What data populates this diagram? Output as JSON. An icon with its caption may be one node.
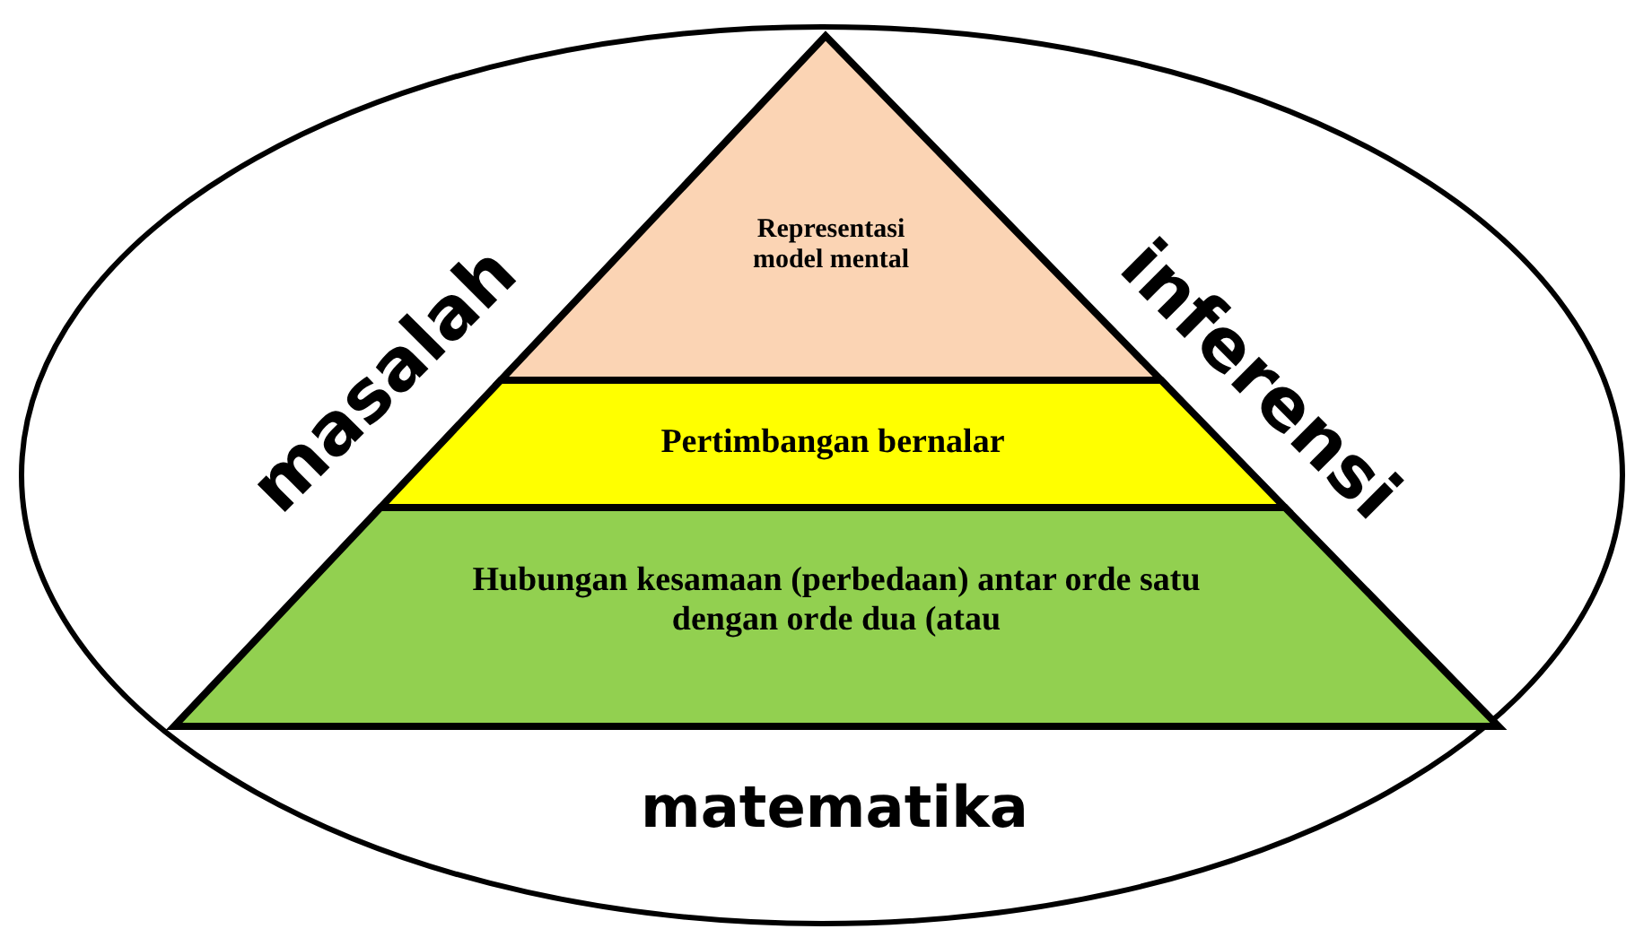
{
  "diagram": {
    "nodes": [
      {
        "text": [
          "masalah",
          "inferensi",
          "matematika"
        ]
      },
      {
        "text": [
          "Representasi model mental"
        ],
        "in": 0
      },
      {
        "text": [
          "Pertimbangan bernalar"
        ],
        "in": 0
      },
      {
        "text": [
          "Hubungan kesamaan (perbedaan) antar orde satu dengan orde dua (atau"
        ],
        "in": 0
      }
    ]
  }
}
